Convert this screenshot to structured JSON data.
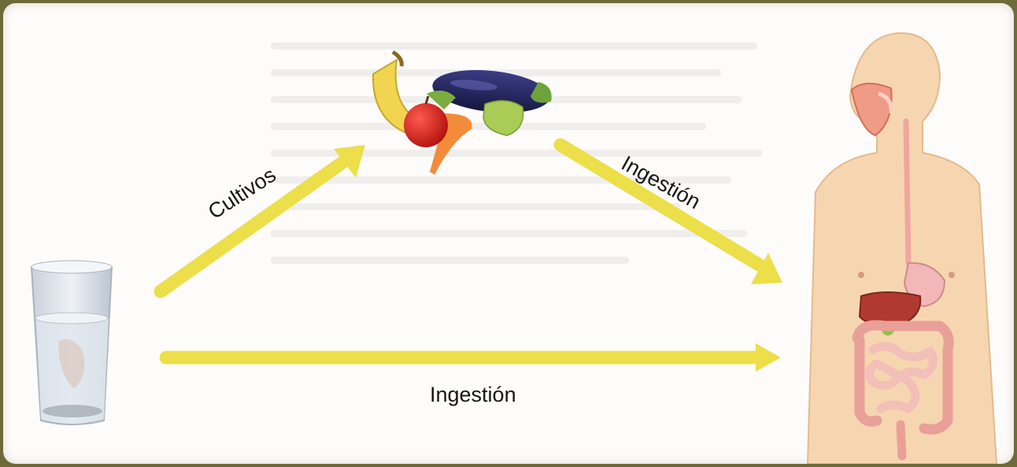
{
  "labels": {
    "crops_arrow": "Cultivos",
    "ingestion_diagonal_arrow": "Ingestión",
    "ingestion_bottom_arrow": "Ingestión"
  },
  "colors": {
    "arrow": "#ecdf4a",
    "skin": "#f6d6b0"
  },
  "nodes": {
    "source": "water-glass-icon",
    "middle": "vegetables-fruit-icon",
    "target": "human-digestive-system-icon"
  }
}
